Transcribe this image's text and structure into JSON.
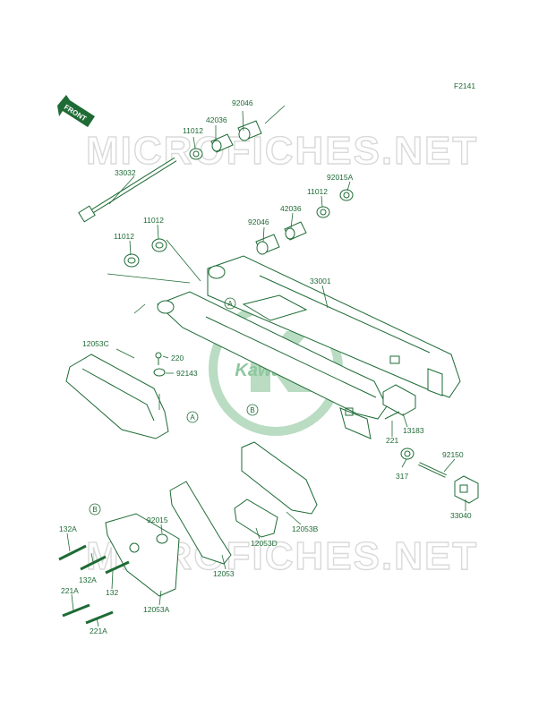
{
  "diagram": {
    "code": "F2141",
    "front_label": "FRONT",
    "watermark": "MICROFICHES.NET",
    "brand": "Kawasaki",
    "ref_a": "A",
    "ref_b": "B",
    "parts": {
      "p92046_top": "92046",
      "p42036_top": "42036",
      "p11012_top": "11012",
      "p33032": "33032",
      "p92015A": "92015A",
      "p11012_mid": "11012",
      "p42036_mid": "42036",
      "p92046_mid": "92046",
      "p11012_left": "11012",
      "p11012_left2": "11012",
      "p33001": "33001",
      "p12053C": "12053C",
      "p220": "220",
      "p92143": "92143",
      "p13183": "13183",
      "p221": "221",
      "p92150": "92150",
      "p317": "317",
      "p33040": "33040",
      "p92015": "92015",
      "p12053B": "12053B",
      "p12053D": "12053D",
      "p12053": "12053",
      "p132A_1": "132A",
      "p132A_2": "132A",
      "p132": "132",
      "p221A_1": "221A",
      "p221A_2": "221A",
      "p12053A": "12053A"
    }
  }
}
